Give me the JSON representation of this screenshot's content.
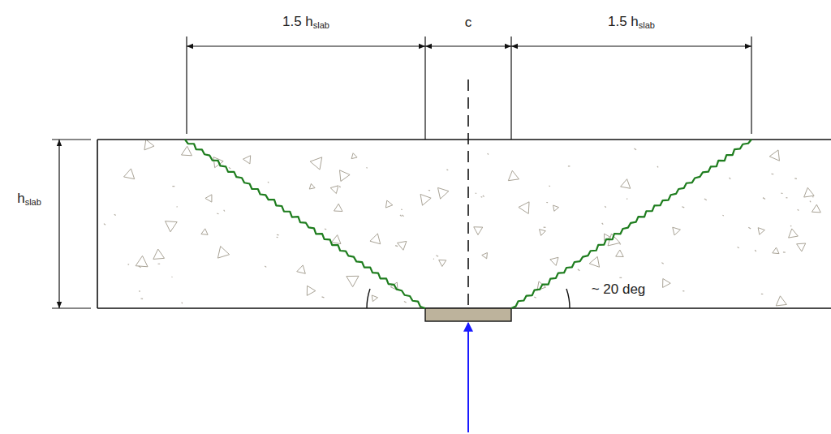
{
  "diagram": {
    "labels": [
      "1.5 hslab",
      "c",
      "1.5 hslab",
      "hslab",
      "~ 20 deg"
    ]
  }
}
